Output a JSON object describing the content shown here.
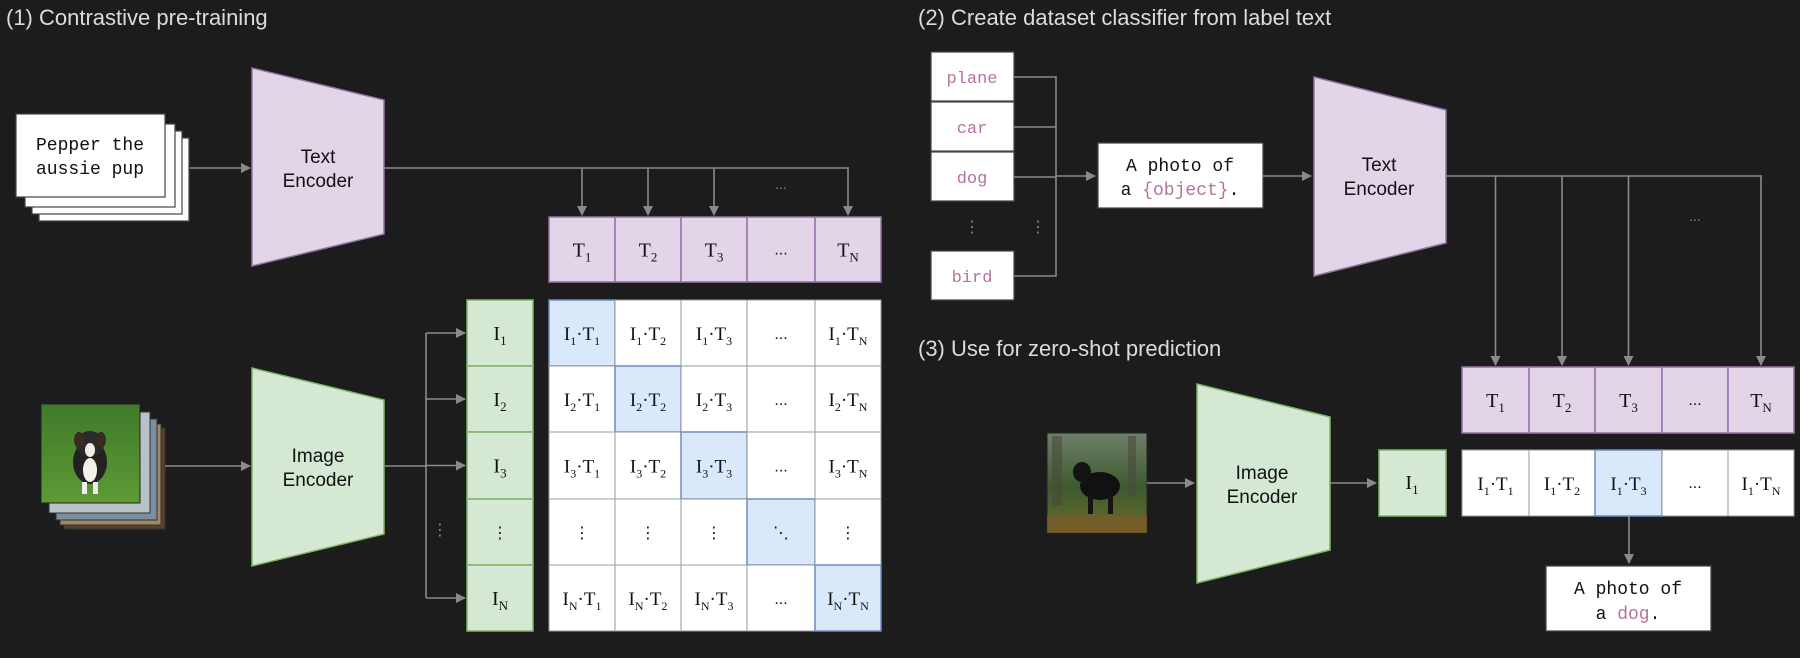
{
  "section1": {
    "heading": "(1) Contrastive pre-training",
    "input_text_line1": "Pepper the",
    "input_text_line2": "aussie pup",
    "text_encoder_line1": "Text",
    "text_encoder_line2": "Encoder",
    "image_encoder_line1": "Image",
    "image_encoder_line2": "Encoder",
    "text_tokens": [
      {
        "base": "T",
        "sub": "1"
      },
      {
        "base": "T",
        "sub": "2"
      },
      {
        "base": "T",
        "sub": "3"
      },
      {
        "base": "...",
        "sub": ""
      },
      {
        "base": "T",
        "sub": "N"
      }
    ],
    "image_tokens": [
      {
        "base": "I",
        "sub": "1"
      },
      {
        "base": "I",
        "sub": "2"
      },
      {
        "base": "I",
        "sub": "3"
      },
      {
        "base": "⋮",
        "sub": ""
      },
      {
        "base": "I",
        "sub": "N"
      }
    ],
    "dots_above_arrows": "...",
    "dots_left_arrows": "⋮"
  },
  "section2": {
    "heading": "(2) Create dataset classifier from label text",
    "labels": [
      "plane",
      "car",
      "dog",
      "bird"
    ],
    "vdots": "⋮",
    "template_line1": "A photo of",
    "template_line2_prefix": "a ",
    "template_placeholder": "{object}",
    "template_line2_suffix": ".",
    "text_encoder_line1": "Text",
    "text_encoder_line2": "Encoder",
    "dots_arrows": "..."
  },
  "section3": {
    "heading": "(3) Use for zero-shot prediction",
    "image_encoder_line1": "Image",
    "image_encoder_line2": "Encoder",
    "image_token": {
      "base": "I",
      "sub": "1"
    },
    "text_tokens": [
      {
        "base": "T",
        "sub": "1"
      },
      {
        "base": "T",
        "sub": "2"
      },
      {
        "base": "T",
        "sub": "3"
      },
      {
        "base": "...",
        "sub": ""
      },
      {
        "base": "T",
        "sub": "N"
      }
    ],
    "result_line1": "A photo of",
    "result_line2_prefix": "a ",
    "result_word": "dog",
    "result_line2_suffix": "."
  },
  "colors": {
    "background": "#1c1c1c",
    "purple_fill": "#e1d5e7",
    "purple_stroke": "#9673a6",
    "green_fill": "#d5e8d4",
    "green_stroke": "#82b366",
    "blue_fill": "#dae8fc",
    "blue_stroke": "#6c8ebf",
    "label_text": "#b5739d",
    "arrow": "#8a8a8a",
    "heading": "#dcdcdc"
  }
}
